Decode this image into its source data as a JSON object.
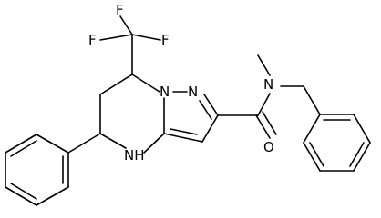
{
  "structure": {
    "atoms": {
      "F1": "F",
      "F2": "F",
      "F3": "F",
      "N_ring": "N",
      "N_ring_2": "N",
      "N_amide": "N",
      "O": "O",
      "NH": "NH"
    },
    "colors": {
      "bond": "#000000",
      "label": "#000000",
      "background": "#ffffff"
    }
  }
}
